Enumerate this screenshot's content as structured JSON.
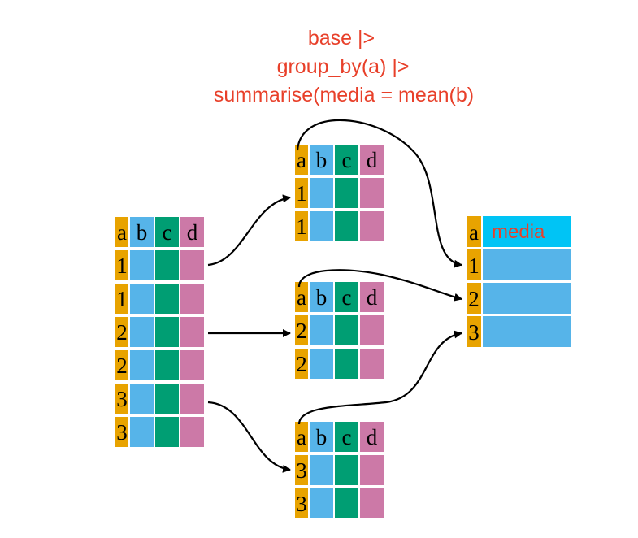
{
  "code": {
    "line1": "base |>",
    "line2": "group_by(a) |>",
    "line3": "summarise(media = mean(b)"
  },
  "colors": {
    "a": "#e8a300",
    "b": "#56b4e9",
    "c": "#009e73",
    "d": "#cc79a7",
    "result_header": "#00c4f5",
    "text_accent": "#e8402a",
    "arrow": "#000000"
  },
  "source_table": {
    "columns": [
      "a",
      "b",
      "c",
      "d"
    ],
    "rows": [
      "1",
      "1",
      "2",
      "2",
      "3",
      "3"
    ]
  },
  "groups": [
    {
      "columns": [
        "a",
        "b",
        "c",
        "d"
      ],
      "rows": [
        "1",
        "1"
      ]
    },
    {
      "columns": [
        "a",
        "b",
        "c",
        "d"
      ],
      "rows": [
        "2",
        "2"
      ]
    },
    {
      "columns": [
        "a",
        "b",
        "c",
        "d"
      ],
      "rows": [
        "3",
        "3"
      ]
    }
  ],
  "result_table": {
    "key_column": "a",
    "value_column": "media",
    "rows": [
      "1",
      "2",
      "3"
    ]
  }
}
